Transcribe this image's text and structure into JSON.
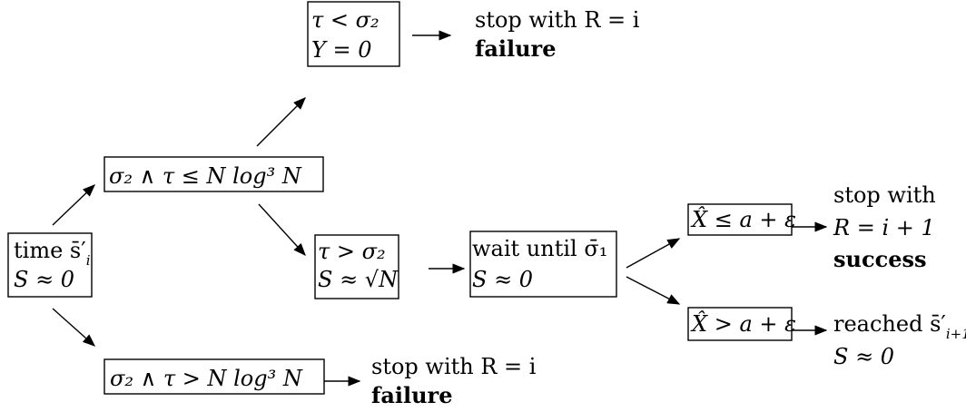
{
  "diagram": {
    "start": {
      "line1": "time s̄′",
      "line1_sub": "i",
      "line2": "S ≈ 0"
    },
    "upper_branch": {
      "condition": "σ₂ ∧ τ ≤ N log³ N"
    },
    "top_stop": {
      "line1": "τ < σ₂",
      "line2": "Y = 0",
      "result": "stop with R = i",
      "outcome": "failure"
    },
    "mid_node": {
      "line1": "τ > σ₂",
      "line2": "S ≈ √N"
    },
    "wait_node": {
      "line1": "wait until σ̄₁",
      "line2": "S ≈ 0"
    },
    "success_node": {
      "condition": "X̂ ≤ a + ε",
      "result_line1": "stop with",
      "result_line2": "R = i + 1",
      "outcome": "success"
    },
    "reached_node": {
      "condition": "X̂ > a + ε",
      "result_line1": "reached s̄′",
      "result_line1_sub": "i+1",
      "result_line2": "S ≈ 0"
    },
    "lower_branch": {
      "condition": "σ₂ ∧ τ > N log³ N",
      "result": "stop with R = i",
      "outcome": "failure"
    }
  }
}
